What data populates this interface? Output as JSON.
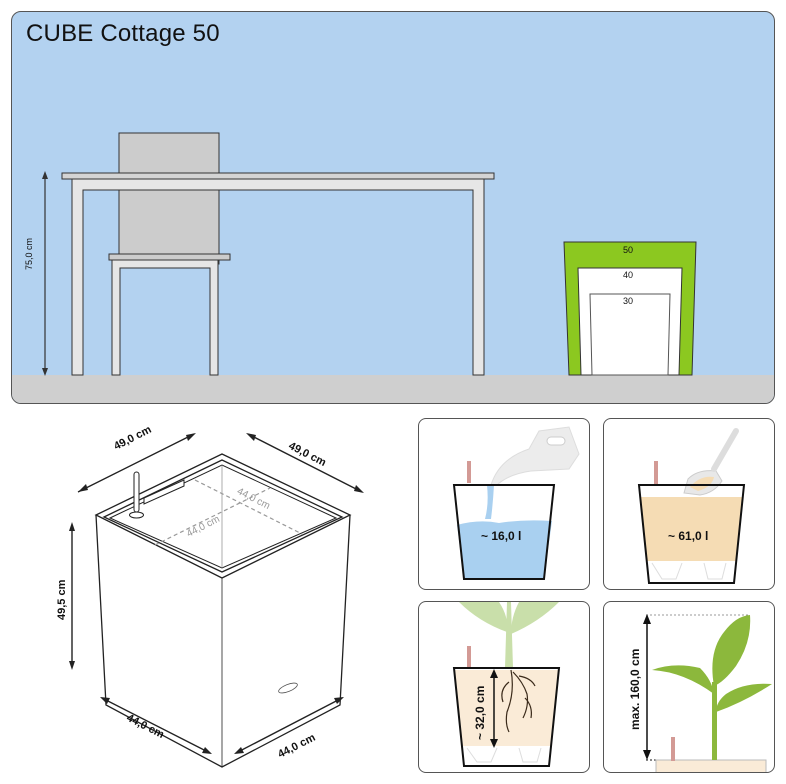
{
  "header": {
    "title": "CUBE Cottage 50"
  },
  "scene": {
    "table_height_label": "75,0 cm",
    "planter_sizes": [
      "50",
      "40",
      "30"
    ],
    "colors": {
      "sky": "#b3d2f0",
      "floor": "#cfcfcf",
      "furniture": "#e6e6e6",
      "chair_back": "#cccccc",
      "planter_accent": "#8cc820"
    }
  },
  "dimensions": {
    "top_left_width": "49,0 cm",
    "top_right_width": "49,0 cm",
    "inner_width_a": "44,0 cm",
    "inner_width_b": "44,0 cm",
    "height": "49,5 cm",
    "bottom_left_width": "44,0 cm",
    "bottom_right_width": "44,0 cm"
  },
  "panels": {
    "water": {
      "label": "~ 16,0 l",
      "color": "#a9d0f0"
    },
    "substrate": {
      "label": "~ 61,0 l",
      "color": "#f5dcb4"
    },
    "root_depth": {
      "label": "~ 32,0 cm"
    },
    "max_height": {
      "label": "max. 160,0 cm",
      "leaf_color": "#8cb83c"
    }
  }
}
